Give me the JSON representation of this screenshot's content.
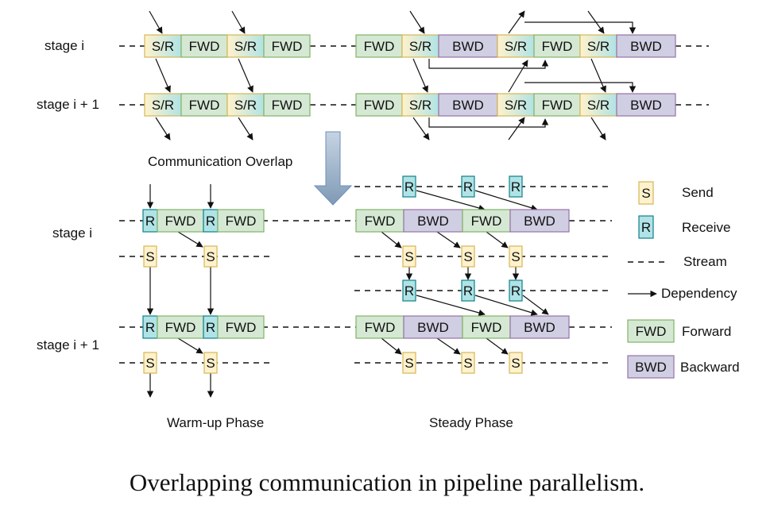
{
  "labels": {
    "stage_i": "stage i",
    "stage_i1": "stage i + 1",
    "overlap": "Communication Overlap",
    "warmup": "Warm-up Phase",
    "steady": "Steady Phase",
    "caption": "Overlapping communication in pipeline parallelism."
  },
  "blocks": {
    "sr": "S/R",
    "fwd": "FWD",
    "bwd": "BWD",
    "s": "S",
    "r": "R"
  },
  "legend": {
    "send_key": "S",
    "send": "Send",
    "receive_key": "R",
    "receive": "Receive",
    "stream": "Stream",
    "dependency": "Dependency",
    "forward_key": "FWD",
    "forward": "Forward",
    "backward_key": "BWD",
    "backward": "Backward"
  },
  "colors": {
    "fwd": "#d5e8d4",
    "bwd": "#d0cee2",
    "send": "#fff2cc",
    "receive": "#b0e3e6",
    "arrow_big": "#8aa3bb"
  }
}
